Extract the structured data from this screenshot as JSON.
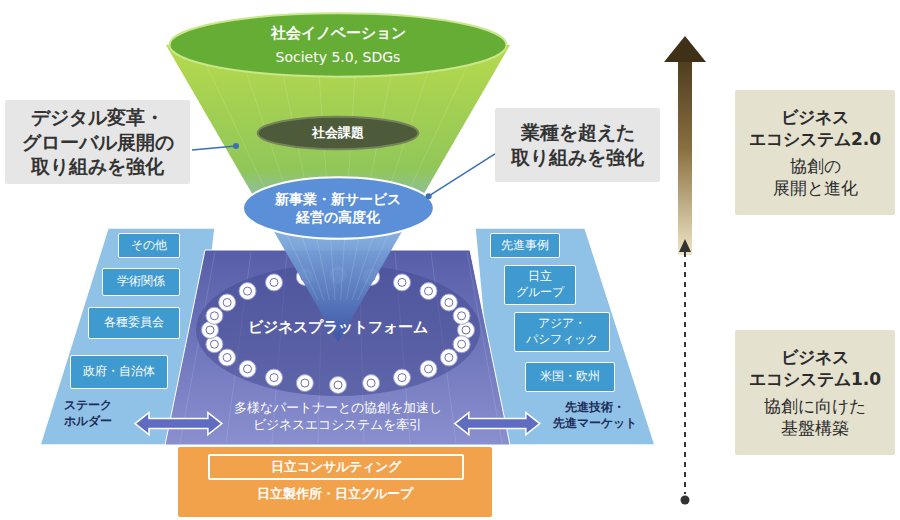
{
  "diagram": {
    "nodes": [
      {
        "text": [
          "社会イノベーション",
          "Society 5.0, SDGs"
        ]
      },
      {
        "text": [
          "デジタル変革・ グローバル展開の 取り組みを強化"
        ]
      },
      {
        "text": [
          "社会課題"
        ]
      },
      {
        "text": [
          "業種を超えた 取り組みを強化"
        ]
      },
      {
        "text": [
          "ビジネス エコシステム2.0",
          "協創の 展開と進化"
        ]
      },
      {
        "text": [
          "新事業・新サービス 経営の高度化"
        ]
      },
      {
        "text": [
          "ステーク ホルダー"
        ]
      },
      {
        "text": [
          "その他"
        ],
        "in": 6
      },
      {
        "text": [
          "学術関係"
        ],
        "in": 6
      },
      {
        "text": [
          "各種委員会"
        ],
        "in": 6
      },
      {
        "text": [
          "政府・自治体"
        ],
        "in": 6
      },
      {
        "text": [
          "ビジネスプラットフォーム",
          "多様なパートナーとの協創を加速し ビジネスエコシステムを牽引"
        ]
      },
      {
        "text": [
          "先進技術・ 先進マーケット"
        ]
      },
      {
        "text": [
          "先進事例"
        ],
        "in": 12
      },
      {
        "text": [
          "日立 グループ"
        ],
        "in": 12
      },
      {
        "text": [
          "アジア・ パシフィック"
        ],
        "in": 12
      },
      {
        "text": [
          "米国・欧州"
        ],
        "in": 12
      },
      {
        "text": [
          "ビジネス エコシステム1.0",
          "協創に向けた 基盤構築"
        ]
      },
      {
        "text": [
          "日立製作所・日立グループ"
        ]
      },
      {
        "text": [
          "日立コンサルティング"
        ],
        "in": 18
      }
    ],
    "edges": [
      {
        "from": 6,
        "to": 11,
        "arrow": "both"
      },
      {
        "from": 11,
        "to": 12,
        "arrow": "both"
      },
      {
        "from": 3,
        "to": 5,
        "arrow": "none"
      }
    ]
  }
}
